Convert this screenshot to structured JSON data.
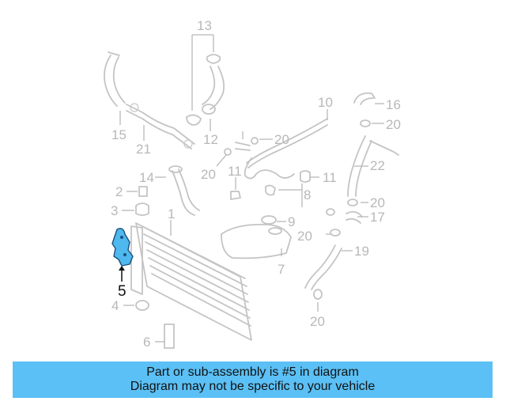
{
  "diagram": {
    "callouts": {
      "c1": "1",
      "c2": "2",
      "c3": "3",
      "c4": "4",
      "c5": "5",
      "c6": "6",
      "c7": "7",
      "c8": "8",
      "c9": "9",
      "c10": "10",
      "c11a": "11",
      "c11b": "11",
      "c12": "12",
      "c13": "13",
      "c14": "14",
      "c15": "15",
      "c16": "16",
      "c17": "17",
      "c19": "19",
      "c20a": "20",
      "c20b": "20",
      "c20c": "20",
      "c20d": "20",
      "c20e": "20",
      "c20f": "20",
      "c21": "21",
      "c22": "22"
    },
    "highlight_color": "#4fb8ee",
    "highlighted_part": "5"
  },
  "banner": {
    "line1": "Part or sub-assembly is #5 in diagram",
    "line2": "Diagram may not be specific to your vehicle",
    "color": "#5bc0f5"
  }
}
